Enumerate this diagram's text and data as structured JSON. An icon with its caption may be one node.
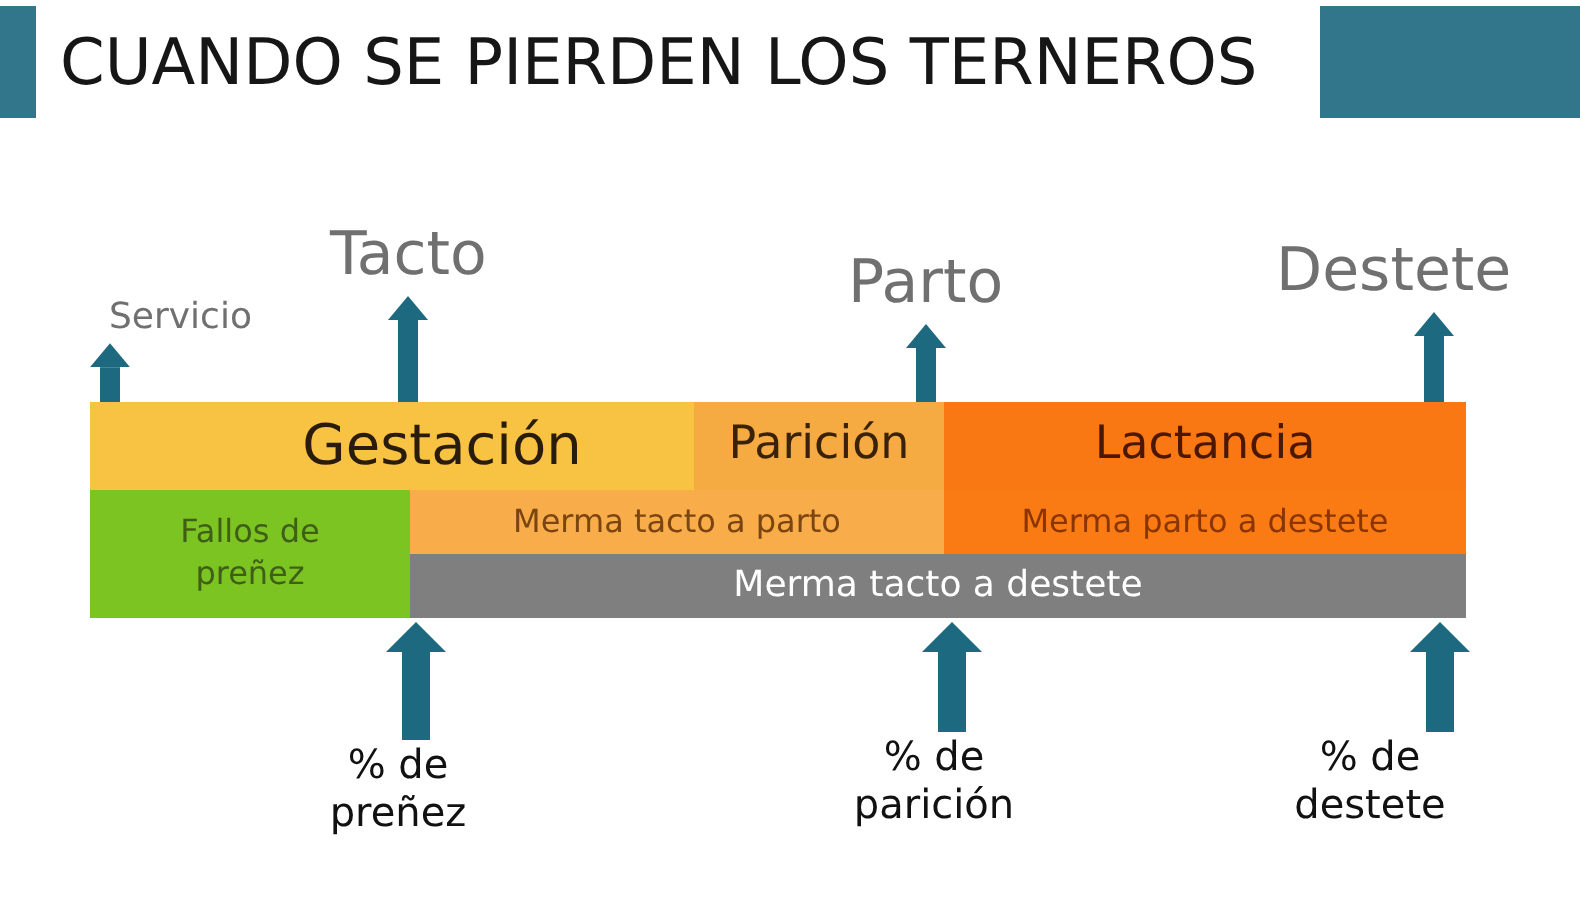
{
  "diagram": {
    "title": "CUANDO SE PIERDEN LOS TERNEROS",
    "nodes": [
      {
        "text": [
          "Servicio"
        ]
      },
      {
        "text": [
          "Tacto"
        ]
      },
      {
        "text": [
          "Parto"
        ]
      },
      {
        "text": [
          "Destete"
        ]
      },
      {
        "text": [
          "Gestación"
        ]
      },
      {
        "text": [
          "Parición"
        ]
      },
      {
        "text": [
          "Lactancia"
        ]
      },
      {
        "text": [
          "Fallos de preñez"
        ]
      },
      {
        "text": [
          "Merma tacto a parto"
        ]
      },
      {
        "text": [
          "Merma parto a destete"
        ]
      },
      {
        "text": [
          "Merma tacto a destete"
        ]
      },
      {
        "text": [
          "% de preñez"
        ]
      },
      {
        "text": [
          "% de parición"
        ]
      },
      {
        "text": [
          "% de destete"
        ]
      }
    ],
    "edges": [
      {
        "from": 4,
        "to": 0,
        "arrow": "to"
      },
      {
        "from": 4,
        "to": 1,
        "arrow": "to"
      },
      {
        "from": 5,
        "to": 2,
        "arrow": "to"
      },
      {
        "from": 6,
        "to": 3,
        "arrow": "to"
      },
      {
        "from": 11,
        "to": 10,
        "arrow": "to"
      },
      {
        "from": 12,
        "to": 10,
        "arrow": "to"
      },
      {
        "from": 13,
        "to": 10,
        "arrow": "to"
      }
    ]
  }
}
